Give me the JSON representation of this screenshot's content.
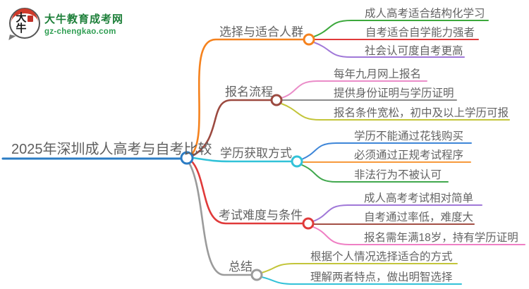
{
  "logo": {
    "icon_chars": "大牛",
    "title": "大牛教育成考网",
    "url": "gz-chengkao.com"
  },
  "central": {
    "label": "2025年深圳成人高考与自考比较",
    "color": "#2b7cc4"
  },
  "branches": [
    {
      "label": "选择与适合人群",
      "color": "#f5821e",
      "children": [
        {
          "text": "成人高考适合结构化学习",
          "color": "#3ca83c"
        },
        {
          "text": "自考适合自学能力强者",
          "color": "#e03a3a"
        },
        {
          "text": "社会认可度自考更高",
          "color": "#a078d8"
        }
      ]
    },
    {
      "label": "报名流程",
      "color": "#9c4a40",
      "children": [
        {
          "text": "每年九月网上报名",
          "color": "#ea8cc8"
        },
        {
          "text": "提供身份证明与学历证明",
          "color": "#8b8b8b"
        },
        {
          "text": "报名条件宽松，初中及以上学历可报",
          "color": "#c3c53a"
        }
      ]
    },
    {
      "label": "学历获取方式",
      "color": "#32c2d8",
      "children": [
        {
          "text": "学历不能通过花钱购买",
          "color": "#3e86d8"
        },
        {
          "text": "必须通过正规考试程序",
          "color": "#f79a3c"
        },
        {
          "text": "非法行为不被认可",
          "color": "#41a84e"
        }
      ]
    },
    {
      "label": "考试难度与条件",
      "color": "#e03a3a",
      "children": [
        {
          "text": "成人高考考试相对简单",
          "color": "#a078d8"
        },
        {
          "text": "自考通过率低，难度大",
          "color": "#a34f45"
        },
        {
          "text": "报名需年满18岁，持有学历证明",
          "color": "#ef7fc4"
        }
      ]
    },
    {
      "label": "总结",
      "color": "#9b9b9b",
      "children": [
        {
          "text": "根据个人情况选择适合的方式",
          "color": "#c3c53a"
        },
        {
          "text": "理解两者特点，做出明智选择",
          "color": "#32c2d8"
        }
      ]
    }
  ]
}
